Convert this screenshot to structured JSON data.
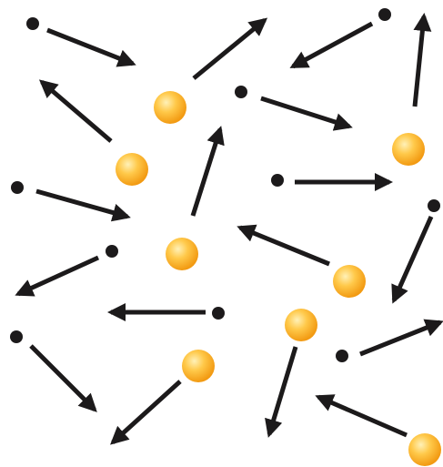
{
  "diagram": {
    "particle_types": [
      {
        "kind": "small-dot",
        "color": "#1c1a1b",
        "count": 10
      },
      {
        "kind": "orange-sphere",
        "color": "#f7a823",
        "highlight_color": "#ffe7a0",
        "count": 8
      }
    ],
    "arrow_color": "#1c1a1b",
    "background": "#ffffff"
  }
}
